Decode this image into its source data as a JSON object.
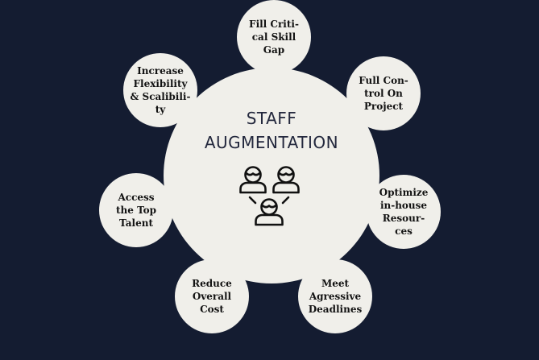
{
  "center": {
    "title_line1": "STAFF",
    "title_line2": "AUGMENTATION",
    "icon": "team-people-icon"
  },
  "benefits": [
    {
      "label": "Fill Criti-\ncal Skill\nGap"
    },
    {
      "label": "Full Con-\ntrol On\nProject"
    },
    {
      "label": "Optimize\nin-house\nResour-\nces"
    },
    {
      "label": "Meet\nAgressive\nDeadlines"
    },
    {
      "label": "Reduce\nOverall\nCost"
    },
    {
      "label": "Access\nthe Top\nTalent"
    },
    {
      "label": "Increase\nFlexibility\n& Scalibili-\nty"
    }
  ],
  "colors": {
    "background": "#141c31",
    "circle_fill": "#f0efea",
    "title_text": "#23283d",
    "label_text": "#121212"
  }
}
